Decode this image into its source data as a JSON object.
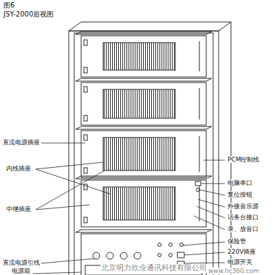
{
  "diagram": {
    "title": "JSY-2000后视图",
    "labels": [
      "图6",
      "直流电源插座",
      "内线插座",
      "中继插座",
      "直流电源引线",
      "电源箱",
      "PCM控制线",
      "电脑串口",
      "复位按钮",
      "外接音乐源",
      "话务台接口",
      "录、放音口",
      "保险管",
      "220V插座",
      "电源开关",
      "北京明力欣业通讯科技有限公司",
      "www.hc360.com"
    ]
  }
}
